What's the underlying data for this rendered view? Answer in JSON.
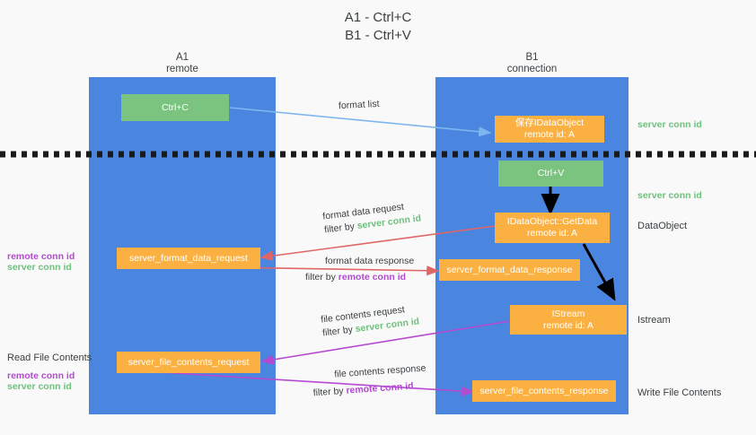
{
  "title": {
    "line1": "A1 - Ctrl+C",
    "line2": "B1 - Ctrl+V"
  },
  "columns": [
    {
      "id": "a1",
      "name": "A1",
      "role": "remote",
      "color": "#4a86e0"
    },
    {
      "id": "b1",
      "name": "B1",
      "role": "connection",
      "color": "#4a86e0"
    }
  ],
  "colors": {
    "lane": "#4a86e0",
    "green_node": "#7bc47f",
    "orange_node": "#fbb142",
    "background": "#f9f9f9",
    "server_conn_id": "#6ec17d",
    "remote_conn_id": "#b44ad0",
    "arrow_blue": "#7eb6ef",
    "arrow_red": "#e06666",
    "arrow_purple": "#b44ad0",
    "arrow_black": "#000000",
    "divider": "#1a1a1a"
  },
  "nodes": {
    "ctrl_c": {
      "label": "Ctrl+C",
      "sub": ""
    },
    "store_dataobject": {
      "label": "保存IDataObject",
      "sub": "remote id: A"
    },
    "ctrl_v": {
      "label": "Ctrl+V",
      "sub": ""
    },
    "getdata": {
      "label": "IDataObject::GetData",
      "sub": "remote id: A"
    },
    "format_data_request": {
      "label": "server_format_data_request",
      "sub": ""
    },
    "format_data_response": {
      "label": "server_format_data_response",
      "sub": ""
    },
    "istream": {
      "label": "IStream",
      "sub": "remote id: A"
    },
    "file_contents_request": {
      "label": "server_file_contents_request",
      "sub": ""
    },
    "file_contents_response": {
      "label": "server_file_contents_response",
      "sub": ""
    }
  },
  "edge_labels": {
    "format_list": "format list",
    "format_data_request": {
      "line1": "format data request",
      "line2_prefix": "filter by ",
      "line2_key": "server conn id"
    },
    "format_data_response": {
      "line1": "format data response",
      "line2_prefix": "filter by ",
      "line2_key": "remote conn id"
    },
    "file_contents_request": {
      "line1": "file contents request",
      "line2_prefix": "filter by ",
      "line2_key": "server conn id"
    },
    "file_contents_response": {
      "line1": "file contents response",
      "line2_prefix": "filter by ",
      "line2_key": "remote conn id"
    }
  },
  "right_annotations": {
    "server_conn_id_top": "server conn id",
    "server_conn_id_mid": "server conn id",
    "dataobject": "DataObject",
    "istream": "Istream",
    "write_file_contents": "Write File Contents"
  },
  "left_annotations": {
    "remote_conn_id_1": "remote conn id",
    "server_conn_id_1": "server conn id",
    "read_file_contents": "Read File Contents",
    "remote_conn_id_2": "remote conn id",
    "server_conn_id_2": "server conn id"
  }
}
